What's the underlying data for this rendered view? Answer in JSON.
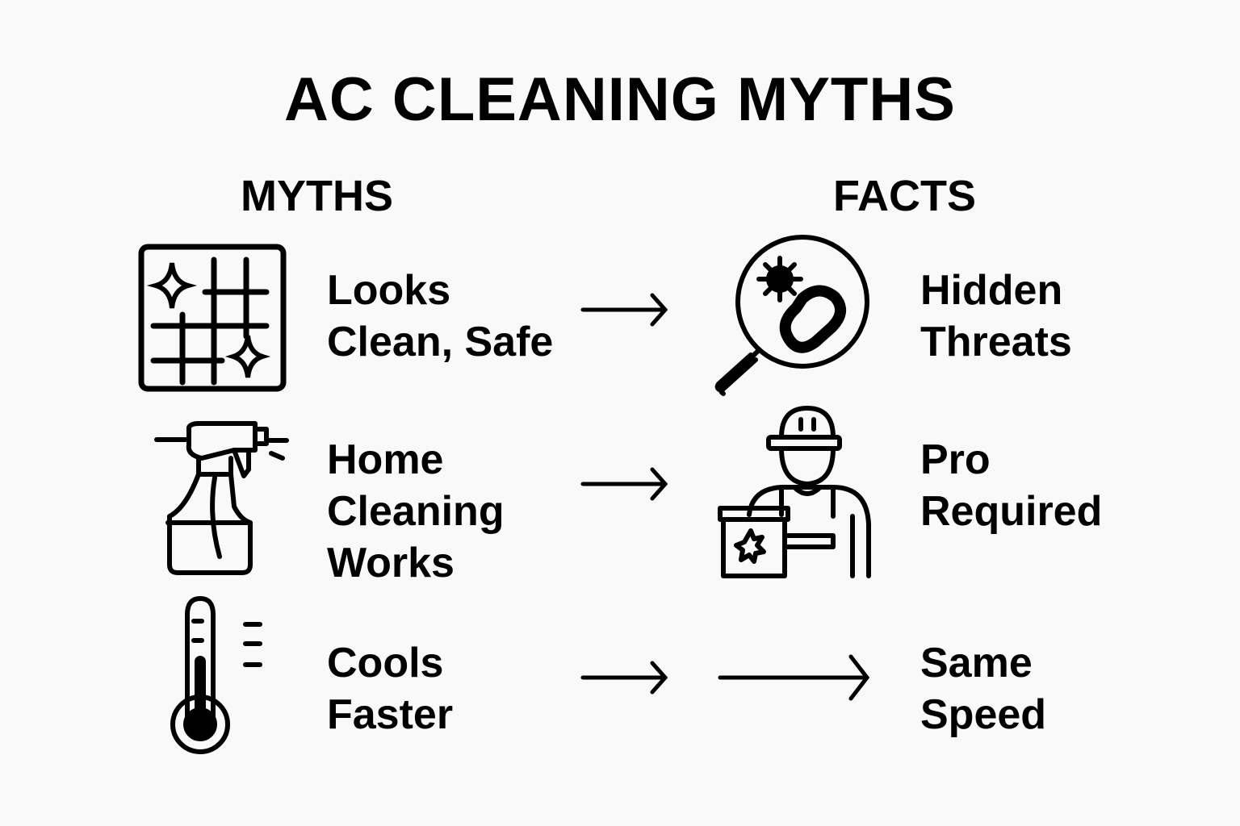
{
  "title": "AC CLEANING MYTHS",
  "columns": {
    "myths": "MYTHS",
    "facts": "FACTS"
  },
  "rows": [
    {
      "myth": {
        "icon": "sparkling-grid-icon",
        "text": "Looks\nClean, Safe"
      },
      "fact": {
        "icon": "magnifier-bacteria-icon",
        "text": "Hidden\nThreats"
      }
    },
    {
      "myth": {
        "icon": "spray-bottle-icon",
        "text": "Home\nCleaning\nWorks"
      },
      "fact": {
        "icon": "technician-icon",
        "text": "Pro\nRequired"
      }
    },
    {
      "myth": {
        "icon": "thermometer-icon",
        "text": "Cools\nFaster"
      },
      "fact": {
        "icon": "long-arrow-icon",
        "text": "Same\nSpeed"
      }
    }
  ],
  "colors": {
    "background": "#f9f9f9",
    "ink": "#000000"
  }
}
